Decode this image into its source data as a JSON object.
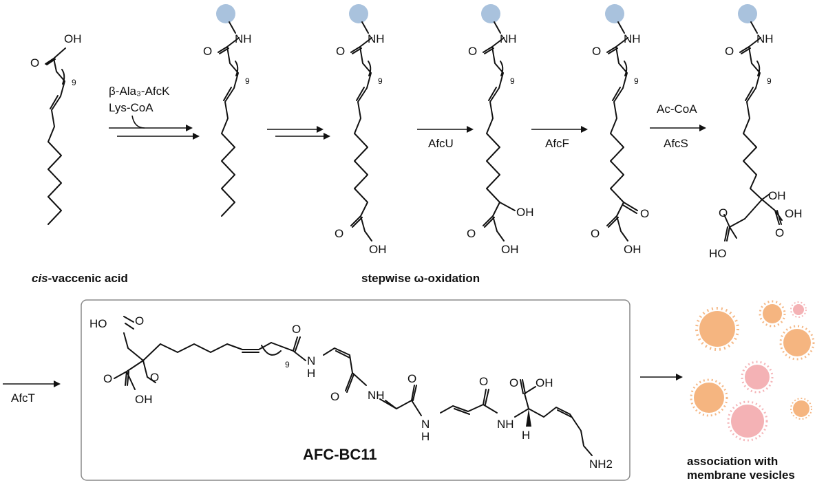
{
  "colors": {
    "resin": "#a9c2dd",
    "vesicle_orange": "#f3a86a",
    "vesicle_pink": "#f2a4a8",
    "box_border": "#8a8a8a"
  },
  "captions": {
    "start_prefix": "cis",
    "start_suffix": "-vaccenic acid",
    "oxidation": "stepwise ω-oxidation",
    "product": "AFC-BC11",
    "association_line1": "association with",
    "association_line2": "membrane vesicles"
  },
  "steps": {
    "afck_enzyme": "β-Ala₃-AfcK",
    "afck_cofactor": "Lys-CoA",
    "afcu": "AfcU",
    "afcf": "AfcF",
    "afcs_cofactor": "Ac-CoA",
    "afcs": "AfcS",
    "afct": "AfcT"
  },
  "atoms": {
    "oh": "OH",
    "nh": "NH",
    "o": "O",
    "ho": "HO",
    "h": "H",
    "n": "N",
    "nh2": "NH2",
    "repeat": "9"
  }
}
